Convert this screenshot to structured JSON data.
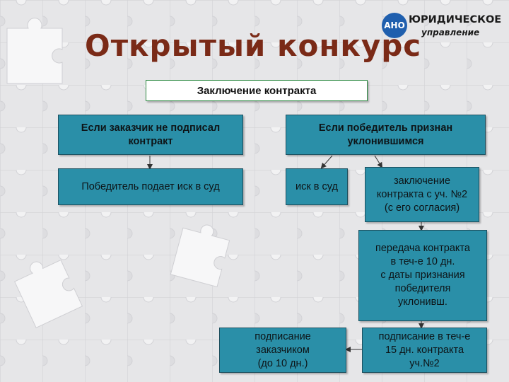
{
  "title": "Открытый конкурс",
  "logo": {
    "badge": "АНО",
    "line1": "ЮРИДИЧЕСКОЕ",
    "line2": "управление",
    "color": "#1f5fae"
  },
  "colors": {
    "box_fill": "#2a8fa8",
    "title": "#7a2a17",
    "header_border": "#2e8a43"
  },
  "diagram": {
    "header": "Заключение контракта",
    "left_condition": "Если заказчик не подписал\nконтракт",
    "right_condition": "Если победитель признан\nуклонившимся",
    "left_action": "Победитель подает иск в суд",
    "court_claim": "иск в суд",
    "second_contract": "заключение\nконтракта с уч. №2\n(с его согласия)",
    "transfer": "передача контракта\nв теч-е 10 дн.\nс даты признания\nпобедителя\nуклонивш.",
    "customer_signing": "подписание\nзаказчиком\n(до 10 дн.)",
    "participant_signing": "подписание в теч-е\n15 дн. контракта\nуч.№2"
  }
}
